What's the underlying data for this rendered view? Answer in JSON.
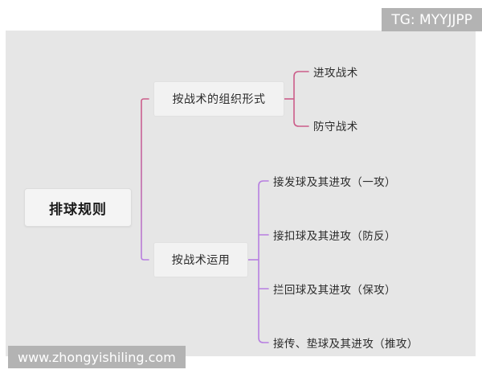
{
  "watermarks": {
    "top_right": "TG: MYYJJPP",
    "bottom_left": "www.zhongyishiling.com"
  },
  "colors": {
    "canvas_bg": "#e6e6e6",
    "page_bg": "#ffffff",
    "node_bg": "#f4f4f4",
    "node_border": "#dcdcdc",
    "text": "#2b2b2b",
    "branch_pink": "#cc5d8a",
    "branch_purple": "#b77fe0",
    "watermark_bg": "#b3b3b3",
    "watermark_text": "#ffffff"
  },
  "mindmap": {
    "root": {
      "label": "排球规则"
    },
    "branches": [
      {
        "label": "按战术的组织形式",
        "color": "#cc5d8a",
        "children": [
          {
            "label": "进攻战术"
          },
          {
            "label": "防守战术"
          }
        ]
      },
      {
        "label": "按战术运用",
        "color": "#b77fe0",
        "children": [
          {
            "label": "接发球及其进攻（一攻）"
          },
          {
            "label": "接扣球及其进攻（防反）"
          },
          {
            "label": "拦回球及其进攻（保攻）"
          },
          {
            "label": "接传、垫球及其进攻（推攻）"
          }
        ]
      }
    ]
  }
}
